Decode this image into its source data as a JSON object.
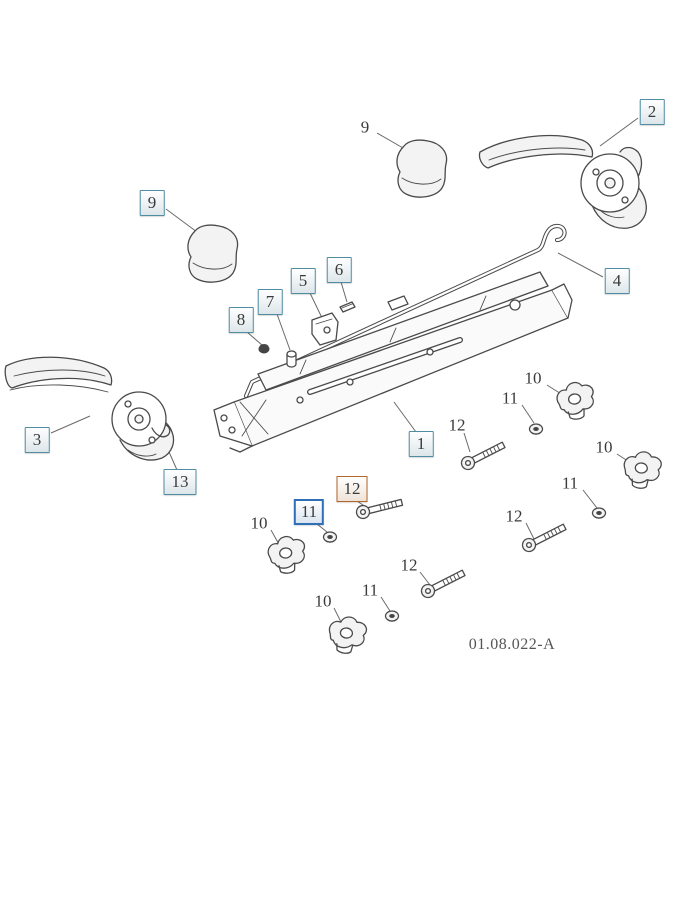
{
  "diagram": {
    "reference_code": "01.08.022-A",
    "colors": {
      "callout_border": "#4f8da3",
      "callout_selected_orange": "#b4672a",
      "callout_selected_blue": "#2f6fb5",
      "line_art": "#4a4a4a",
      "reference_text": "#555555"
    },
    "callouts": [
      {
        "label": "9"
      },
      {
        "label": "2"
      },
      {
        "label": "9"
      },
      {
        "label": "4"
      },
      {
        "label": "6"
      },
      {
        "label": "5"
      },
      {
        "label": "7"
      },
      {
        "label": "8"
      },
      {
        "label": "3"
      },
      {
        "label": "13"
      },
      {
        "label": "1"
      },
      {
        "label": "10"
      },
      {
        "label": "11"
      },
      {
        "label": "12"
      },
      {
        "label": "10"
      },
      {
        "label": "11"
      },
      {
        "label": "12"
      },
      {
        "label": "12"
      },
      {
        "label": "11"
      },
      {
        "label": "10"
      },
      {
        "label": "12"
      },
      {
        "label": "11"
      },
      {
        "label": "10"
      }
    ]
  }
}
